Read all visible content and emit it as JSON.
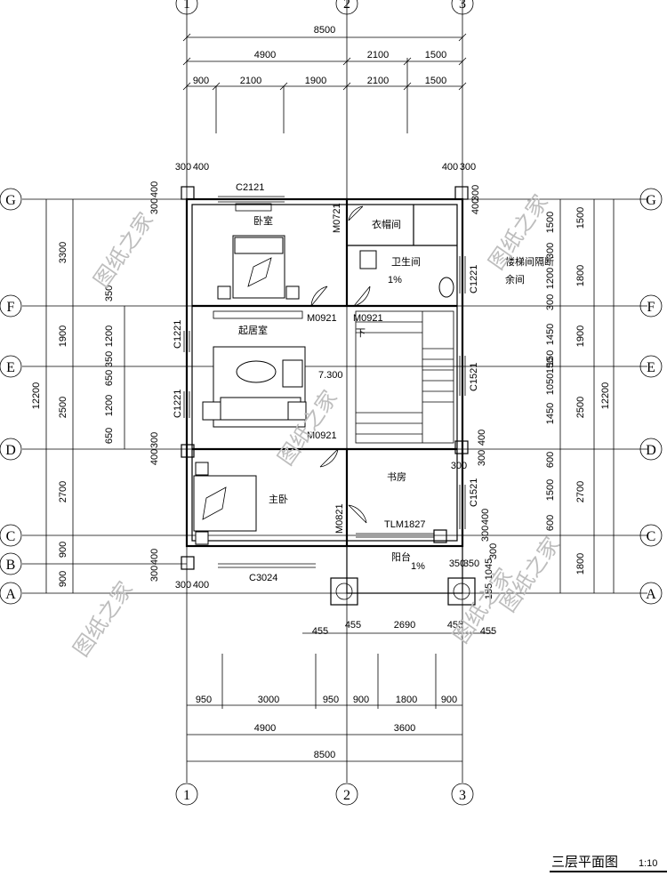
{
  "title": "三层平面图",
  "scale": "1:10",
  "axes_v": [
    "1",
    "2",
    "3"
  ],
  "axes_h": [
    "G",
    "F",
    "E",
    "D",
    "C",
    "B",
    "A"
  ],
  "dims": {
    "top_total": "8500",
    "top_a": "4900",
    "top_b": "2100",
    "top_c": "1500",
    "top_d": "900",
    "top_e": "2100",
    "top_f": "1900",
    "top_g": "2100",
    "top_h": "1500",
    "bot_a": "950",
    "bot_b": "3000",
    "bot_c": "950",
    "bot_d": "900",
    "bot_e": "1800",
    "bot_f": "900",
    "bot_g": "4900",
    "bot_h": "3600",
    "bot_total": "8500",
    "bal_a": "455",
    "bal_b": "455",
    "bal_c": "2690",
    "bal_d": "455",
    "bal_e": "455",
    "left_total": "12200",
    "left_a": "3300",
    "left_b": "1900",
    "left_c": "2500",
    "left_d": "2700",
    "left_e": "900",
    "left_f": "900",
    "left_g": "1200",
    "left_h": "350",
    "left_i": "650",
    "left_j": "1200",
    "left_k": "650",
    "left_l": "350",
    "right_total": "12200",
    "right_a": "1500",
    "right_b": "1800",
    "right_c": "1900",
    "right_d": "2500",
    "right_e": "2700",
    "right_f": "1800",
    "right_g": "1500",
    "right_h": "300",
    "right_i": "1200",
    "right_j": "300",
    "right_k": "1450",
    "right_l": "150",
    "right_m": "1050",
    "right_n": "150",
    "right_o": "1450",
    "right_p": "600",
    "right_q": "1500",
    "right_r": "600",
    "r_s": "400",
    "r_t": "300",
    "r_u": "1045",
    "r_v": "155",
    "tl_a": "300",
    "tl_b": "400",
    "tr_a": "400",
    "tr_b": "300",
    "bl_a": "300",
    "bl_b": "400",
    "s_a": "400",
    "s_b": "300",
    "s_c": "300",
    "s_d": "400",
    "s_e": "300",
    "s_f": "400",
    "s_g": "300",
    "b_a": "350",
    "b_b": "350",
    "b_c": "400",
    "b_d": "300",
    "b_e": "400",
    "b_f": "300",
    "b_g": "300"
  },
  "labels": {
    "c2121": "C2121",
    "m0721": "M0721",
    "m0921a": "M0921",
    "m0921b": "M0921",
    "m0921c": "M0921",
    "c1221a": "C1221",
    "c1221b": "C1221",
    "c1221c": "C1221",
    "c1521a": "C1521",
    "c1521b": "C1521",
    "m0821": "M0821",
    "tlm1827": "TLM1827",
    "c3024": "C3024",
    "elev": "7.300",
    "slope1": "1%",
    "slope2": "1%",
    "down": "下"
  },
  "rooms": {
    "bedroom": "卧室",
    "closet": "衣帽间",
    "bath": "卫生间",
    "living": "起居室",
    "master": "主卧",
    "study": "书房",
    "balcony": "阳台",
    "stair_room": "楼梯间隔断",
    "spare": "余间"
  },
  "watermark": [
    "图纸之家",
    "图纸之家",
    "图纸之家",
    "图纸之家",
    "图纸之家",
    "图纸之家"
  ]
}
